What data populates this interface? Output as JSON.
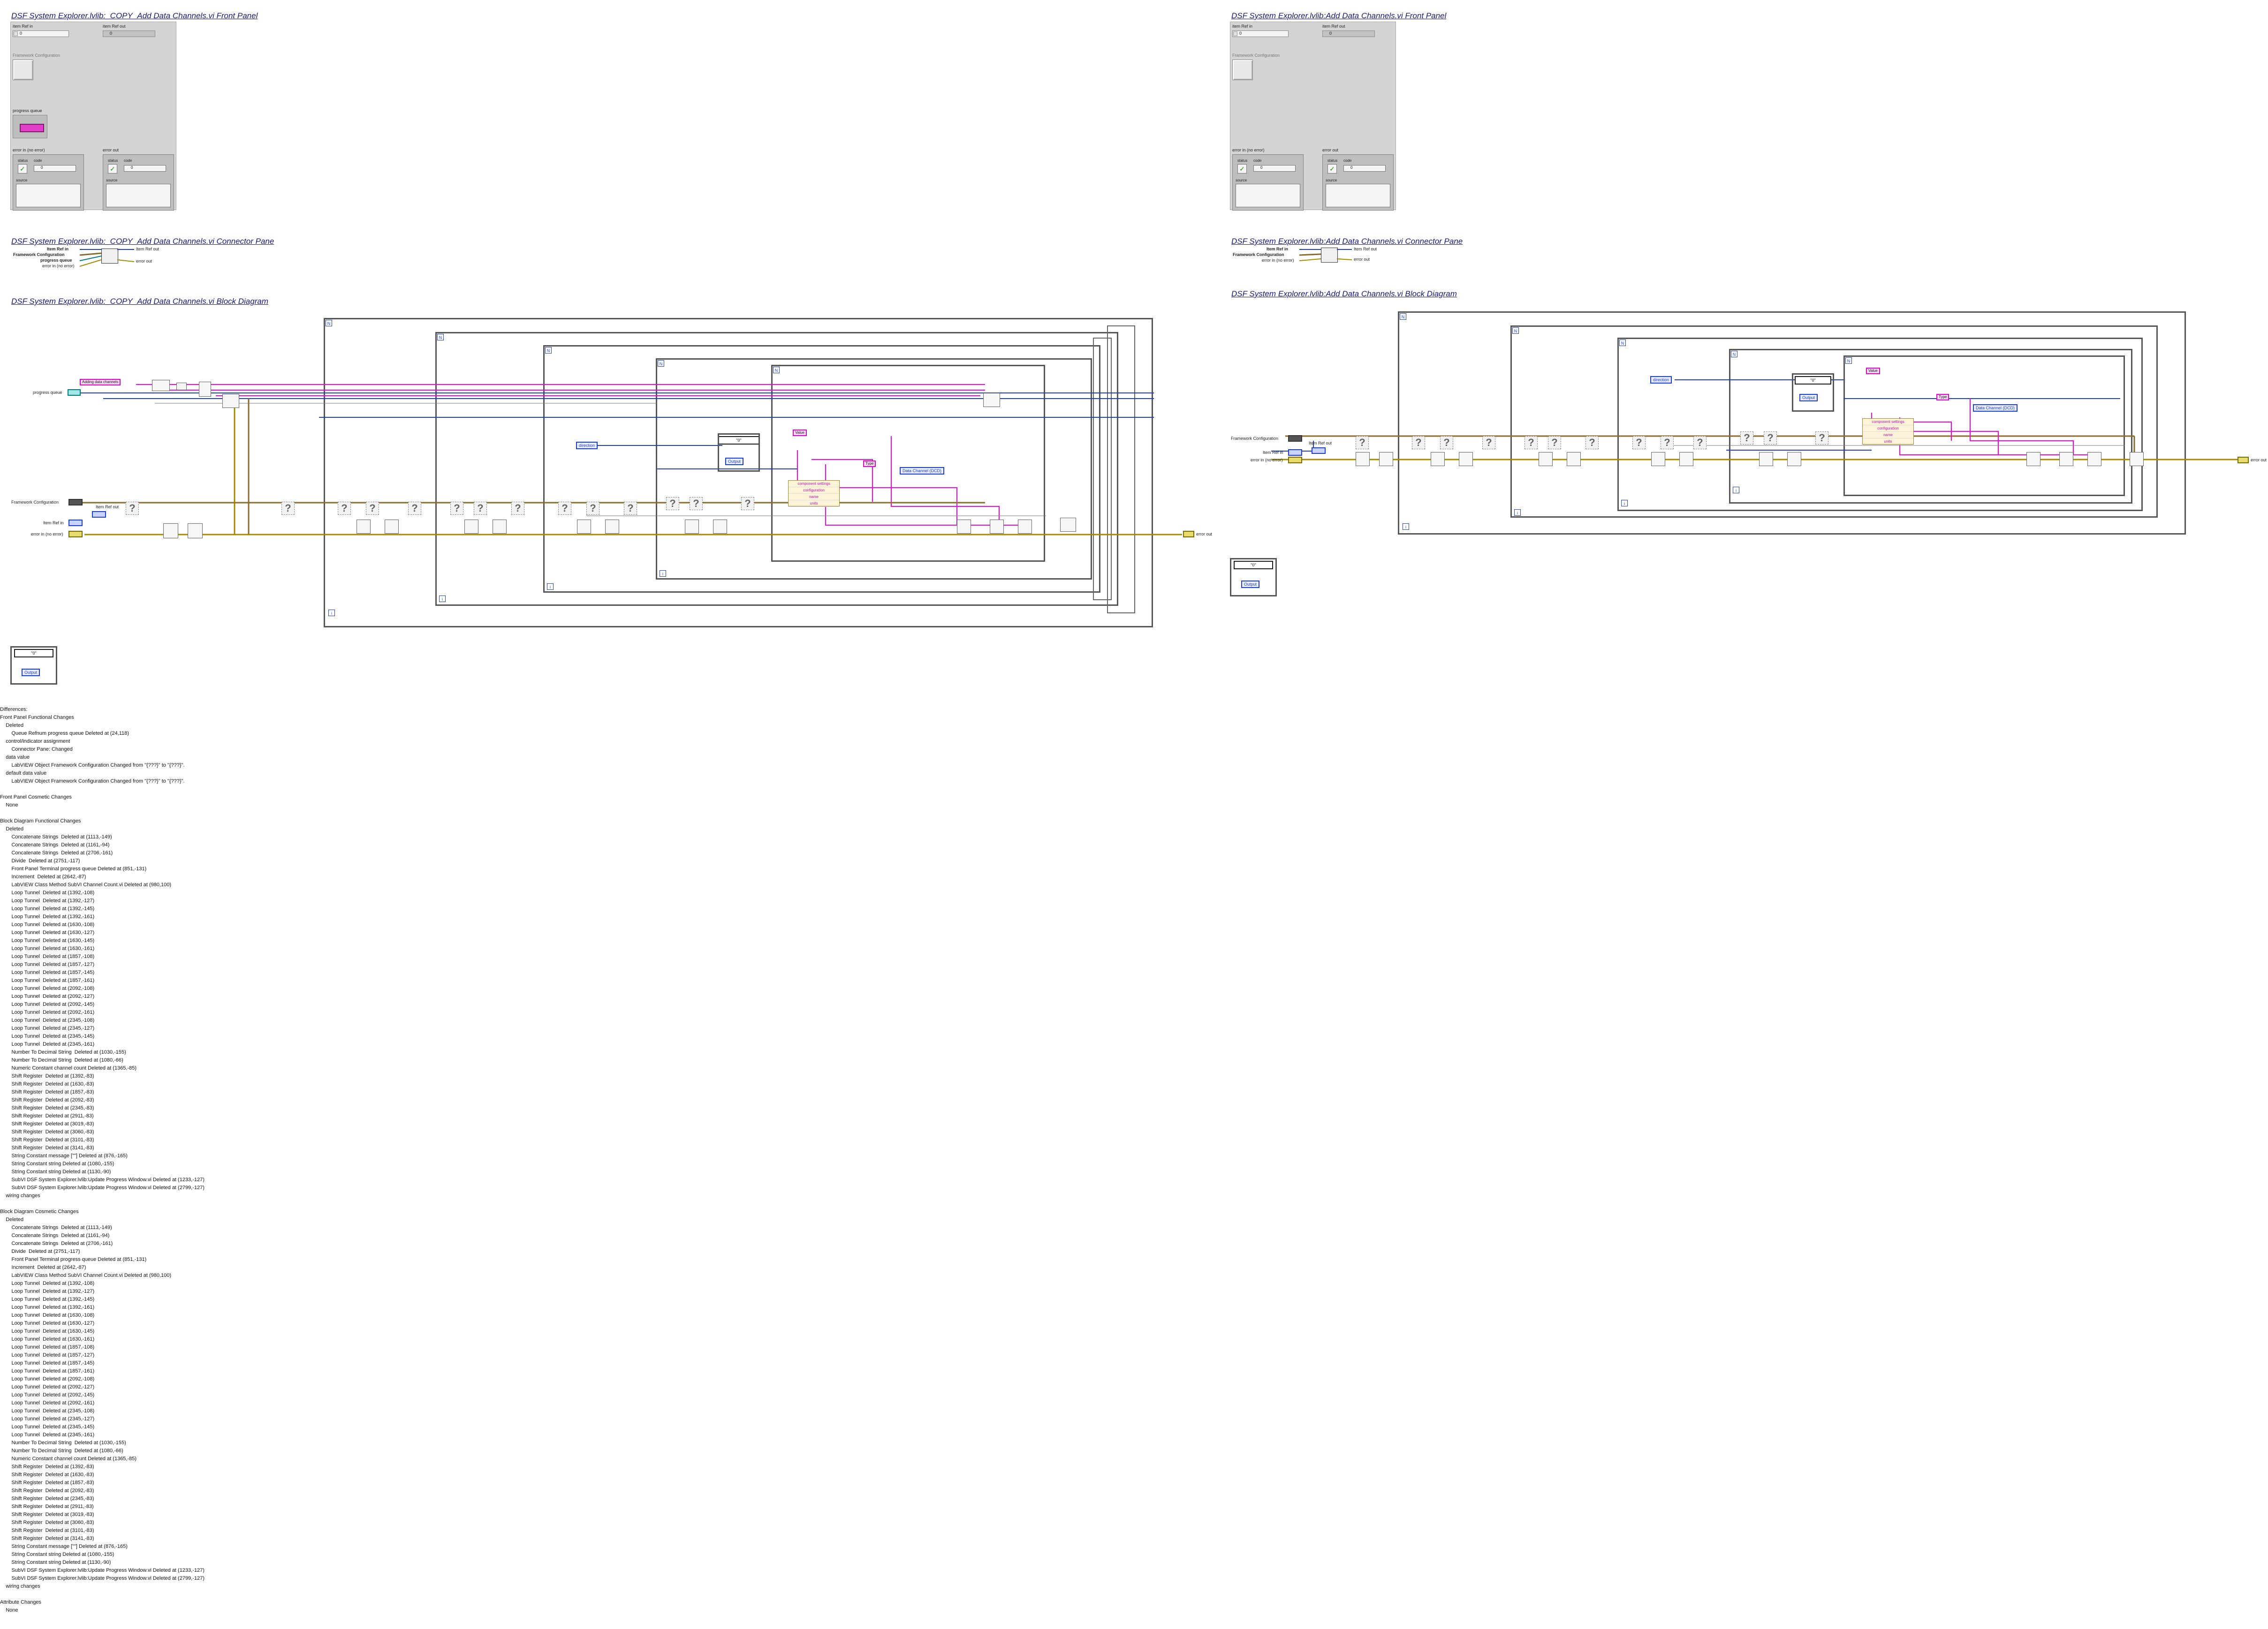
{
  "left": {
    "front_panel_title": "DSF System Explorer.lvlib:_COPY_Add Data Channels.vi Front Panel",
    "connector_pane_title": "DSF System Explorer.lvlib:_COPY_Add Data Channels.vi Connector Pane",
    "block_diagram_title": "DSF System Explorer.lvlib:_COPY_Add Data Channels.vi Block Diagram",
    "controls": {
      "item_ref_in": "item Ref in",
      "item_ref_in_value": "0",
      "item_ref_out": "item Ref out",
      "item_ref_out_value": "0",
      "framework_configuration": "Framework Configuration",
      "progress_queue": "progress queue",
      "error_in": "error in (no error)",
      "error_out": "error out",
      "status": "status",
      "code": "code",
      "code_value": "0",
      "source": "source"
    },
    "connector_labels": [
      "Item Ref in",
      "Framework Configuration",
      "progress queue",
      "error in (no error)",
      "Item Ref out",
      "error out"
    ],
    "diagram_labels": {
      "adding": "Adding data channels",
      "progress_queue": "progress queue",
      "framework_configuration": "Framework Configuration",
      "item_ref_in": "Item Ref in",
      "item_ref_out": "Item Ref out",
      "error_in": "error in (no error)",
      "error_out": "error out",
      "direction": "direction",
      "output": "Output",
      "type": "Type",
      "value": "Value",
      "data_channel": "Data Channel (DCD)",
      "bundle": [
        "component settings",
        "configuration",
        "name",
        "units"
      ],
      "case_value": "\"0\""
    }
  },
  "right": {
    "front_panel_title": "DSF System Explorer.lvlib:Add Data Channels.vi Front Panel",
    "connector_pane_title": "DSF System Explorer.lvlib:Add Data Channels.vi Connector Pane",
    "block_diagram_title": "DSF System Explorer.lvlib:Add Data Channels.vi Block Diagram",
    "controls": {
      "item_ref_in": "item Ref in",
      "item_ref_in_value": "0",
      "item_ref_out": "item Ref out",
      "item_ref_out_value": "0",
      "framework_configuration": "Framework Configuration",
      "error_in": "error in (no error)",
      "error_out": "error out",
      "status": "status",
      "code": "code",
      "code_value": "0",
      "source": "source"
    },
    "connector_labels": [
      "Item Ref in",
      "Framework Configuration",
      "error in (no error)",
      "Item Ref out",
      "error out"
    ],
    "diagram_labels": {
      "framework_configuration": "Framework Configuration",
      "item_ref_in": "Item Ref in",
      "item_ref_out": "Item Ref out",
      "error_in": "error in (no error)",
      "error_out": "error out",
      "direction": "direction",
      "output": "Output",
      "type": "Type",
      "value": "Value",
      "data_channel": "Data Channel (DCD)",
      "bundle": [
        "component settings",
        "configuration",
        "name",
        "units"
      ],
      "case_value": "\"0\""
    }
  },
  "differences": {
    "lines": [
      "Differences:",
      "Front Panel Functional Changes",
      "    Deleted",
      "        Queue Refnum progress queue Deleted at (24,118)",
      "    control/indicator assignment",
      "        Connector Pane: Changed",
      "    data value",
      "        LabVIEW Object Framework Configuration Changed from \"{???}\" to \"{???}\".",
      "    default data value",
      "        LabVIEW Object Framework Configuration Changed from \"{???}\" to \"{???}\".",
      "",
      "Front Panel Cosmetic Changes",
      "    None",
      "",
      "Block Diagram Functional Changes",
      "    Deleted",
      "        Concatenate Strings  Deleted at (1113,-149)",
      "        Concatenate Strings  Deleted at (1161,-94)",
      "        Concatenate Strings  Deleted at (2706,-161)",
      "        Divide  Deleted at (2751,-117)",
      "        Front Panel Terminal progress queue Deleted at (851,-131)",
      "        Increment  Deleted at (2642,-87)",
      "        LabVIEW Class Method SubVI Channel Count.vi Deleted at (980,100)",
      "        Loop Tunnel  Deleted at (1392,-108)",
      "        Loop Tunnel  Deleted at (1392,-127)",
      "        Loop Tunnel  Deleted at (1392,-145)",
      "        Loop Tunnel  Deleted at (1392,-161)",
      "        Loop Tunnel  Deleted at (1630,-108)",
      "        Loop Tunnel  Deleted at (1630,-127)",
      "        Loop Tunnel  Deleted at (1630,-145)",
      "        Loop Tunnel  Deleted at (1630,-161)",
      "        Loop Tunnel  Deleted at (1857,-108)",
      "        Loop Tunnel  Deleted at (1857,-127)",
      "        Loop Tunnel  Deleted at (1857,-145)",
      "        Loop Tunnel  Deleted at (1857,-161)",
      "        Loop Tunnel  Deleted at (2092,-108)",
      "        Loop Tunnel  Deleted at (2092,-127)",
      "        Loop Tunnel  Deleted at (2092,-145)",
      "        Loop Tunnel  Deleted at (2092,-161)",
      "        Loop Tunnel  Deleted at (2345,-108)",
      "        Loop Tunnel  Deleted at (2345,-127)",
      "        Loop Tunnel  Deleted at (2345,-145)",
      "        Loop Tunnel  Deleted at (2345,-161)",
      "        Number To Decimal String  Deleted at (1030,-155)",
      "        Number To Decimal String  Deleted at (1080,-66)",
      "        Numeric Constant channel count Deleted at (1365,-85)",
      "        Shift Register  Deleted at (1392,-83)",
      "        Shift Register  Deleted at (1630,-83)",
      "        Shift Register  Deleted at (1857,-83)",
      "        Shift Register  Deleted at (2092,-83)",
      "        Shift Register  Deleted at (2345,-83)",
      "        Shift Register  Deleted at (2911,-83)",
      "        Shift Register  Deleted at (3019,-83)",
      "        Shift Register  Deleted at (3060,-83)",
      "        Shift Register  Deleted at (3101,-83)",
      "        Shift Register  Deleted at (3141,-83)",
      "        String Constant message [\"\"] Deleted at (876,-165)",
      "        String Constant string Deleted at (1080,-155)",
      "        String Constant string Deleted at (1130,-90)",
      "        SubVI DSF System Explorer.lvlib:Update Progress Window.vi Deleted at (1233,-127)",
      "        SubVI DSF System Explorer.lvlib:Update Progress Window.vi Deleted at (2799,-127)",
      "    wiring changes",
      "",
      "Block Diagram Cosmetic Changes",
      "    Deleted",
      "        Concatenate Strings  Deleted at (1113,-149)",
      "        Concatenate Strings  Deleted at (1161,-94)",
      "        Concatenate Strings  Deleted at (2706,-161)",
      "        Divide  Deleted at (2751,-117)",
      "        Front Panel Terminal progress queue Deleted at (851,-131)",
      "        Increment  Deleted at (2642,-87)",
      "        LabVIEW Class Method SubVI Channel Count.vi Deleted at (980,100)",
      "        Loop Tunnel  Deleted at (1392,-108)",
      "        Loop Tunnel  Deleted at (1392,-127)",
      "        Loop Tunnel  Deleted at (1392,-145)",
      "        Loop Tunnel  Deleted at (1392,-161)",
      "        Loop Tunnel  Deleted at (1630,-108)",
      "        Loop Tunnel  Deleted at (1630,-127)",
      "        Loop Tunnel  Deleted at (1630,-145)",
      "        Loop Tunnel  Deleted at (1630,-161)",
      "        Loop Tunnel  Deleted at (1857,-108)",
      "        Loop Tunnel  Deleted at (1857,-127)",
      "        Loop Tunnel  Deleted at (1857,-145)",
      "        Loop Tunnel  Deleted at (1857,-161)",
      "        Loop Tunnel  Deleted at (2092,-108)",
      "        Loop Tunnel  Deleted at (2092,-127)",
      "        Loop Tunnel  Deleted at (2092,-145)",
      "        Loop Tunnel  Deleted at (2092,-161)",
      "        Loop Tunnel  Deleted at (2345,-108)",
      "        Loop Tunnel  Deleted at (2345,-127)",
      "        Loop Tunnel  Deleted at (2345,-145)",
      "        Loop Tunnel  Deleted at (2345,-161)",
      "        Number To Decimal String  Deleted at (1030,-155)",
      "        Number To Decimal String  Deleted at (1080,-66)",
      "        Numeric Constant channel count Deleted at (1365,-85)",
      "        Shift Register  Deleted at (1392,-83)",
      "        Shift Register  Deleted at (1630,-83)",
      "        Shift Register  Deleted at (1857,-83)",
      "        Shift Register  Deleted at (2092,-83)",
      "        Shift Register  Deleted at (2345,-83)",
      "        Shift Register  Deleted at (2911,-83)",
      "        Shift Register  Deleted at (3019,-83)",
      "        Shift Register  Deleted at (3060,-83)",
      "        Shift Register  Deleted at (3101,-83)",
      "        Shift Register  Deleted at (3141,-83)",
      "        String Constant message [\"\"] Deleted at (876,-165)",
      "        String Constant string Deleted at (1080,-155)",
      "        String Constant string Deleted at (1130,-90)",
      "        SubVI DSF System Explorer.lvlib:Update Progress Window.vi Deleted at (1233,-127)",
      "        SubVI DSF System Explorer.lvlib:Update Progress Window.vi Deleted at (2799,-127)",
      "    wiring changes",
      "",
      "Attribute Changes",
      "    None"
    ]
  },
  "colors": {
    "string_wire": "#ff00e6",
    "numeric_wire": "#1f3fd0",
    "error_wire": "#a08a00",
    "class_wire": "#8a6a2a",
    "structure_border": "#555555",
    "title": "#1a1a7a"
  }
}
